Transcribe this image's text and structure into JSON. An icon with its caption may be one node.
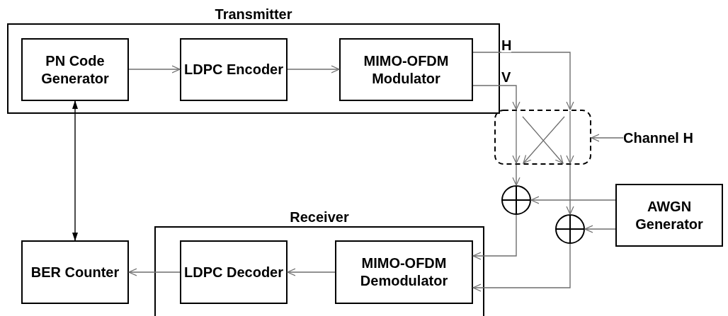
{
  "diagram": {
    "nodes": [
      {
        "text": [
          "Transmitter"
        ]
      },
      {
        "text": [
          "PN Code Generator"
        ],
        "in": 0
      },
      {
        "text": [
          "LDPC Encoder"
        ],
        "in": 0
      },
      {
        "text": [
          "MIMO-OFDM Modulator"
        ],
        "in": 0
      },
      {
        "text": [],
        "shape": "box"
      },
      {
        "text": [
          "Channel H"
        ]
      },
      {
        "text": [],
        "shape": "circle"
      },
      {
        "text": [],
        "shape": "circle"
      },
      {
        "text": [
          "AWGN Generator"
        ]
      },
      {
        "text": [
          "BER Counter"
        ]
      },
      {
        "text": [
          "Receiver"
        ]
      },
      {
        "text": [
          "LDPC Decoder"
        ],
        "in": 10
      },
      {
        "text": [
          "MIMO-OFDM Demodulator"
        ],
        "in": 10
      }
    ],
    "edges": [
      {
        "from": 1,
        "to": 2,
        "arrow": "to"
      },
      {
        "from": 2,
        "to": 3,
        "arrow": "to"
      },
      {
        "from": 3,
        "to": 4,
        "arrow": "to",
        "label": "V"
      },
      {
        "from": 3,
        "to": 4,
        "arrow": "to",
        "label": "H"
      },
      {
        "from": 5,
        "to": 4,
        "arrow": "to"
      },
      {
        "from": 4,
        "to": 6,
        "arrow": "to"
      },
      {
        "from": 4,
        "to": 7,
        "arrow": "to"
      },
      {
        "from": 8,
        "to": 6,
        "arrow": "to"
      },
      {
        "from": 8,
        "to": 7,
        "arrow": "to"
      },
      {
        "from": 6,
        "to": 12,
        "arrow": "to"
      },
      {
        "from": 7,
        "to": 12,
        "arrow": "to"
      },
      {
        "from": 12,
        "to": 11,
        "arrow": "to"
      },
      {
        "from": 11,
        "to": 9,
        "arrow": "to"
      },
      {
        "from": 1,
        "to": 9,
        "arrow": "both",
        "color": "#000000"
      }
    ]
  }
}
